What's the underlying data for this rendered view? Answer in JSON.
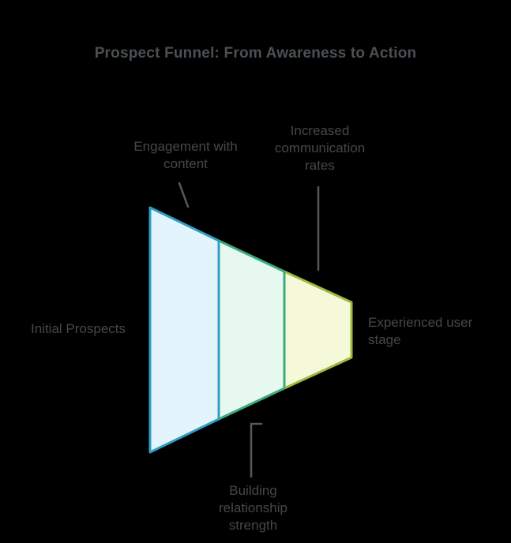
{
  "title": "Prospect Funnel: From Awareness to Action",
  "colors": {
    "background": "#000000",
    "text_title": "#4b5054",
    "text_label": "#43484b",
    "callout_line": "#55595c",
    "stage1_fill": "#e3f4fc",
    "stage1_border": "#2e9fc4",
    "stage2_fill": "#e7f8ef",
    "stage2_border": "#3caa7c",
    "stage3_fill": "#f5f9da",
    "stage3_border": "#9dbc3c"
  },
  "funnel": {
    "type": "funnel",
    "orientation": "horizontal",
    "stage_count": 3,
    "stages": [
      {
        "name": "stage-1-widest",
        "fill": "#e3f4fc",
        "border": "#2e9fc4"
      },
      {
        "name": "stage-2-middle",
        "fill": "#e7f8ef",
        "border": "#3caa7c"
      },
      {
        "name": "stage-3-narrow",
        "fill": "#f5f9da",
        "border": "#9dbc3c"
      }
    ]
  },
  "labels": {
    "left": {
      "line1": "Initial Prospects"
    },
    "top_left": {
      "line1": "Engagement with",
      "line2": "content"
    },
    "top_right": {
      "line1": "Increased",
      "line2": "communication",
      "line3": "rates"
    },
    "bottom": {
      "line1": "Building",
      "line2": "relationship",
      "line3": "strength"
    },
    "right": {
      "line1": "Experienced user",
      "line2": "stage"
    }
  }
}
